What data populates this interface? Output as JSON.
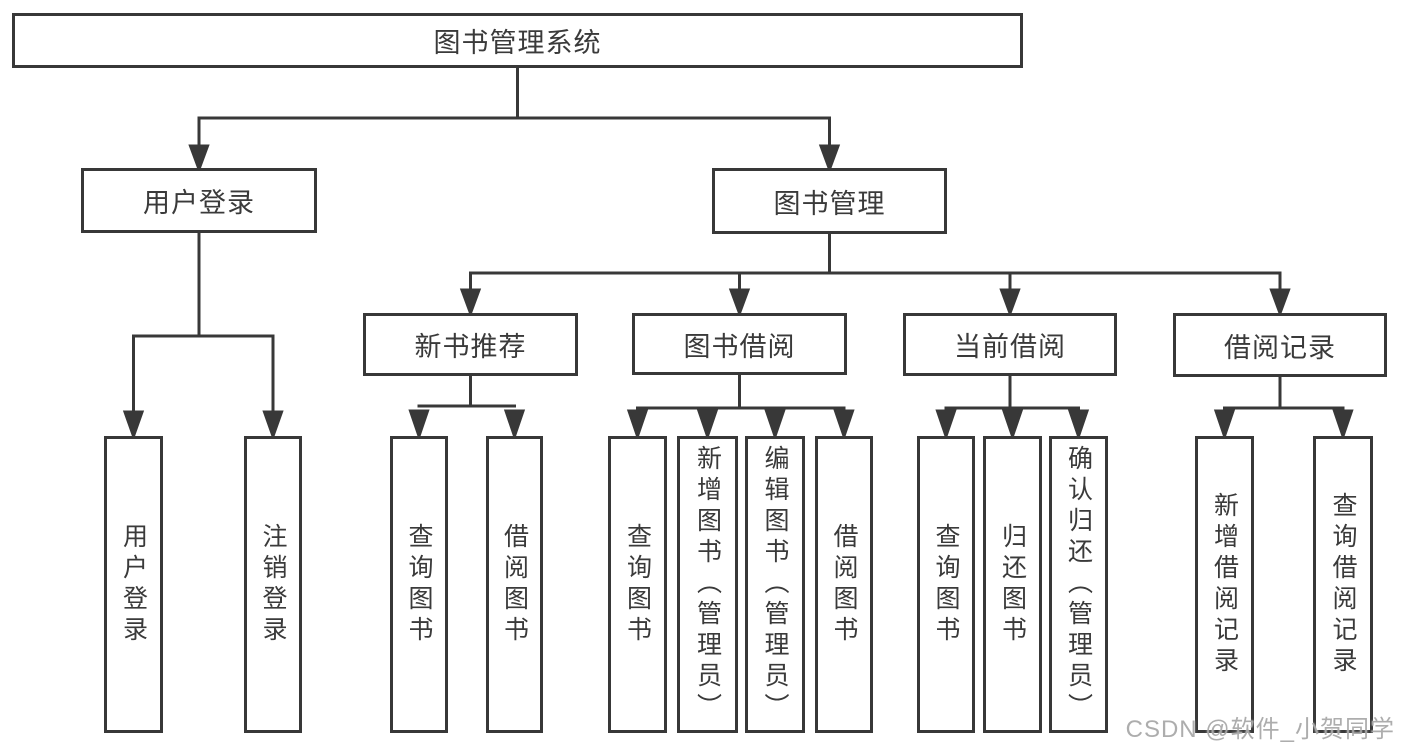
{
  "diagram_type": "tree",
  "root": {
    "label": "图书管理系统"
  },
  "level2": [
    {
      "label": "用户登录"
    },
    {
      "label": "图书管理"
    }
  ],
  "level3": [
    {
      "label": "新书推荐"
    },
    {
      "label": "图书借阅"
    },
    {
      "label": "当前借阅"
    },
    {
      "label": "借阅记录"
    }
  ],
  "leaves": {
    "user_login": [
      {
        "label": "用户登录"
      },
      {
        "label": "注销登录"
      }
    ],
    "new_books": [
      {
        "label": "查询图书"
      },
      {
        "label": "借阅图书"
      }
    ],
    "book_borrow": [
      {
        "label": "查询图书"
      },
      {
        "label": "新增图书（管理员）"
      },
      {
        "label": "编辑图书（管理员）"
      },
      {
        "label": "借阅图书"
      }
    ],
    "current_borrow": [
      {
        "label": "查询图书"
      },
      {
        "label": "归还图书"
      },
      {
        "label": "确认归还（管理员）"
      }
    ],
    "borrow_records": [
      {
        "label": "新增借阅记录"
      },
      {
        "label": "查询借阅记录"
      }
    ]
  },
  "watermark": {
    "text": "CSDN @软件_小贺同学"
  },
  "colors": {
    "line": "#383838",
    "box_border": "#383838",
    "box_bg": "#ffffff",
    "text": "#3a3a3a",
    "watermark": "#a6a6a6",
    "background": "#ffffff"
  }
}
